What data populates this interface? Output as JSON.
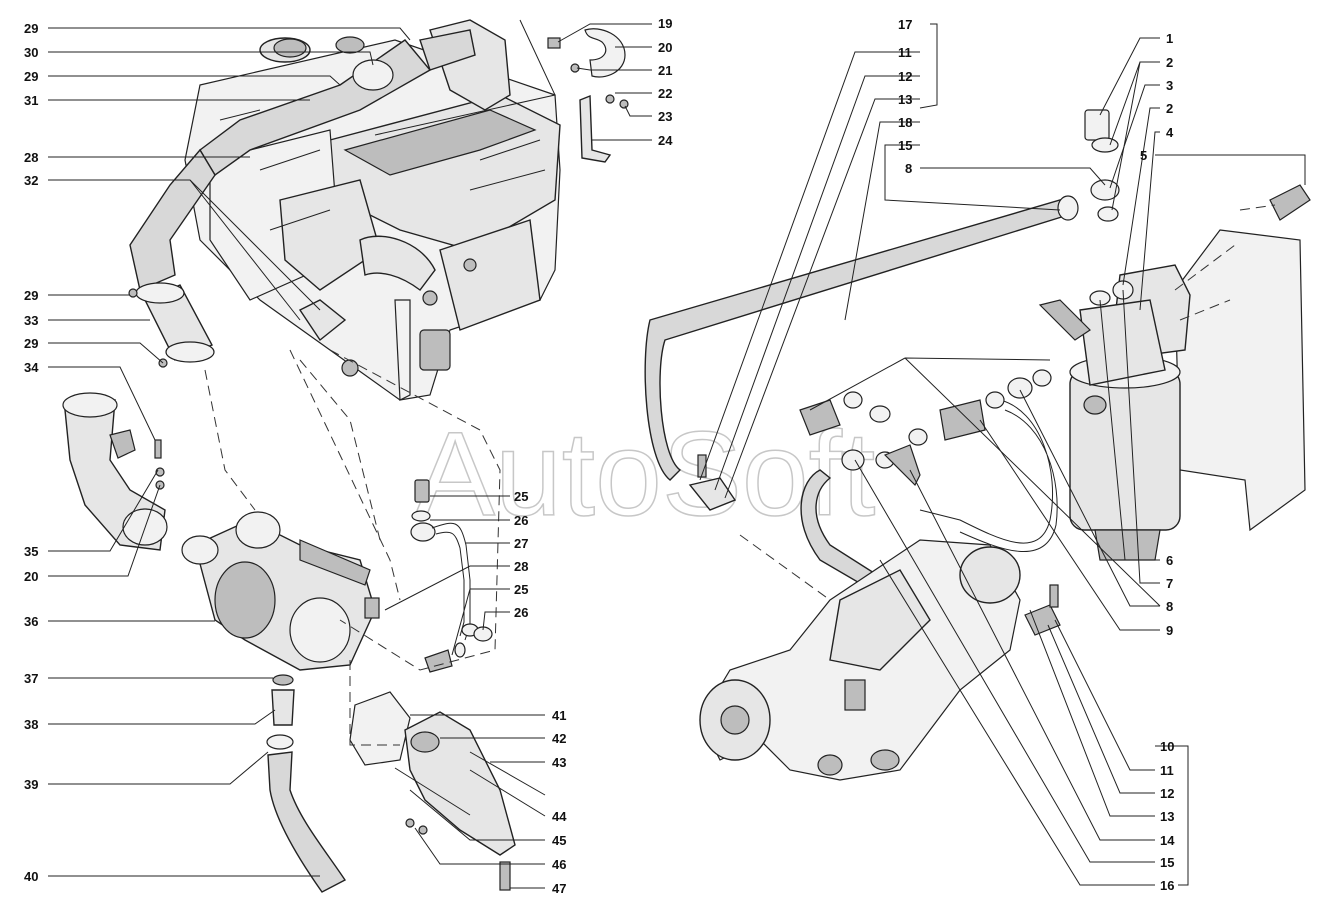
{
  "watermark": "AutoSoft",
  "colors": {
    "ink": "#222222",
    "part_fill": "#e6e6e6",
    "background": "#ffffff"
  },
  "left_labels": [
    "29",
    "30",
    "29",
    "31",
    "28",
    "32",
    "29",
    "33",
    "29",
    "34",
    "35",
    "20",
    "36",
    "37",
    "38",
    "39",
    "40"
  ],
  "top_right_callouts": [
    "19",
    "20",
    "21",
    "22",
    "23",
    "24"
  ],
  "center_callouts": [
    "25",
    "26",
    "27",
    "28",
    "25",
    "26"
  ],
  "lower_center_callouts": [
    "41",
    "42",
    "43",
    "44",
    "45",
    "46",
    "47"
  ],
  "middle_column_labels": [
    "17",
    "11",
    "12",
    "13",
    "18",
    "15",
    "8"
  ],
  "right_top_labels": [
    "1",
    "2",
    "3",
    "2",
    "4",
    "5"
  ],
  "right_bottom_labels": [
    "6",
    "7",
    "8",
    "9"
  ],
  "bottom_right_labels": [
    "10",
    "11",
    "12",
    "13",
    "14",
    "15",
    "16"
  ]
}
